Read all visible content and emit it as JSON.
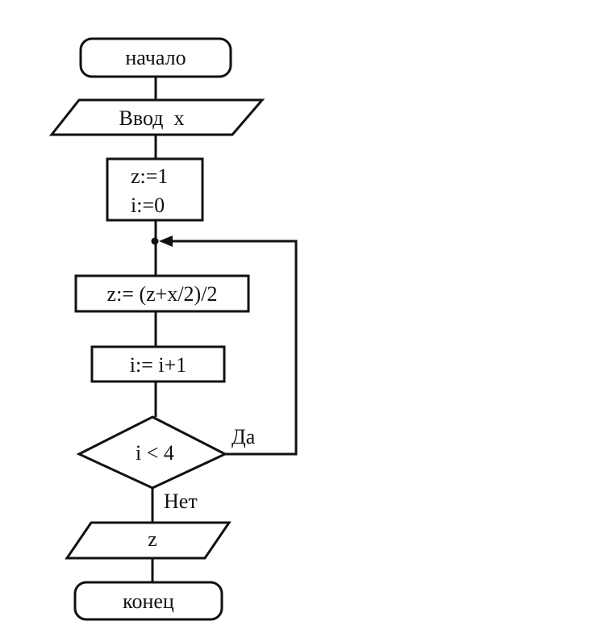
{
  "flowchart": {
    "start": "начало",
    "input": "Ввод  x",
    "init_line1": "z:=1",
    "init_line2": "i:=0",
    "compute": "z:= (z+x/2)/2",
    "increment": "i:= i+1",
    "condition": "i < 4",
    "yes_label": "Да",
    "no_label": "Нет",
    "output": "z",
    "end": "конец"
  }
}
